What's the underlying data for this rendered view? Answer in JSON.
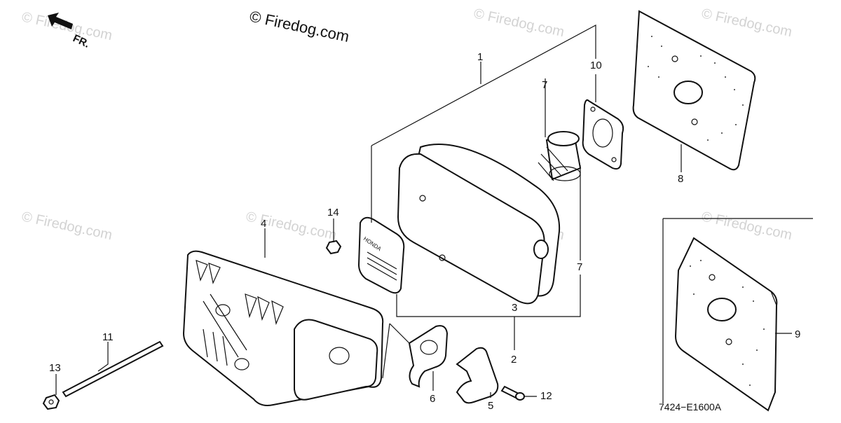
{
  "copyright": "© Firedog.com",
  "watermark": "© Firedog.com",
  "direction_label": "FR.",
  "diagram_code": "7424−E1600A",
  "callouts": {
    "c1": "1",
    "c2": "2",
    "c3": "3",
    "c4": "4",
    "c5": "5",
    "c6": "6",
    "c7a": "7",
    "c7b": "7",
    "c8": "8",
    "c9": "9",
    "c10": "10",
    "c11": "11",
    "c12": "12",
    "c13": "13",
    "c14": "14"
  }
}
